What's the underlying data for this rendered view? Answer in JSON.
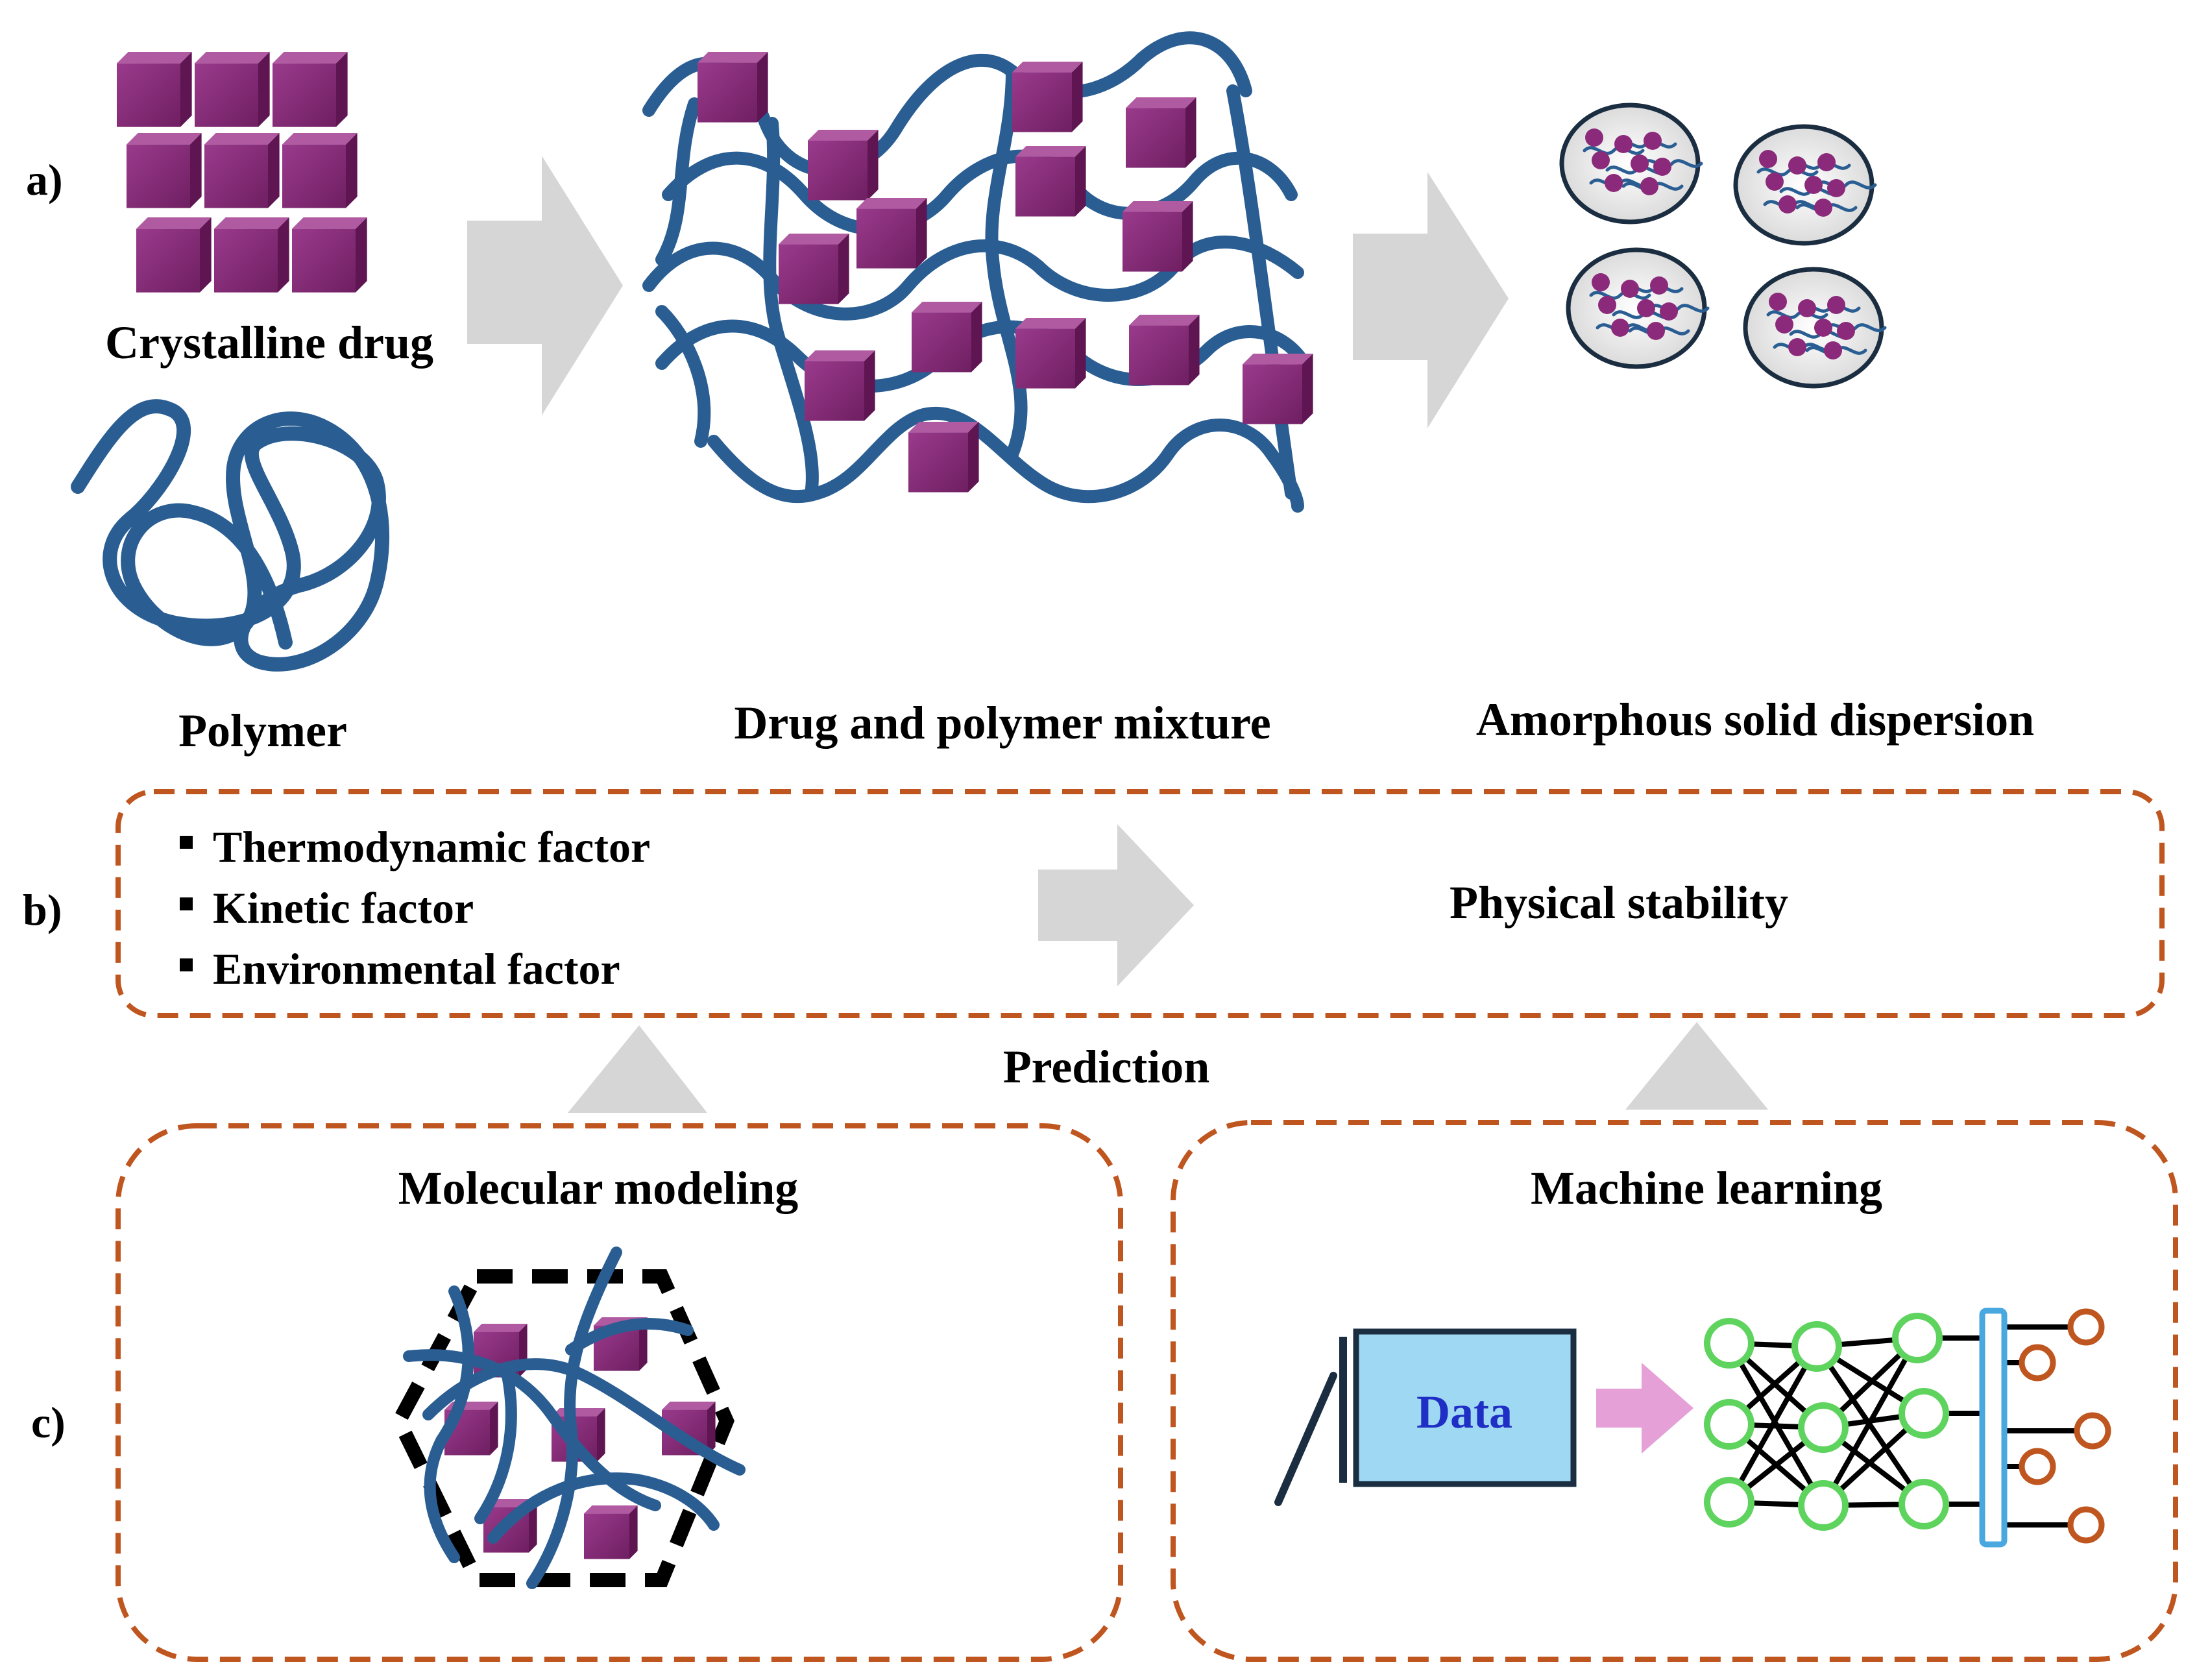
{
  "panel_a": {
    "label": "a)",
    "crystalline_drug": "Crystalline drug",
    "polymer": "Polymer",
    "mixture": "Drug and polymer mixture",
    "asd": "Amorphous solid dispersion"
  },
  "panel_b": {
    "label": "b)",
    "factors": [
      "Thermodynamic factor",
      "Kinetic factor",
      "Environmental factor"
    ],
    "outcome": "Physical stability"
  },
  "prediction": "Prediction",
  "panel_c": {
    "label": "c)",
    "molecular_modeling": "Molecular modeling",
    "machine_learning": "Machine learning",
    "data_box": "Data"
  },
  "colors": {
    "drug": "#8b2a7a",
    "polymer": "#2a5e93",
    "dashed_border": "#c0561f",
    "arrow": "#d6d6d6",
    "data_fill": "#9ed8f2",
    "data_text": "#1f2ec4",
    "pink_arrow": "#e6a0d8",
    "nn_node_green": "#5ed35e",
    "nn_node_orange": "#c0561f",
    "nn_bar": "#4aa8e0"
  }
}
